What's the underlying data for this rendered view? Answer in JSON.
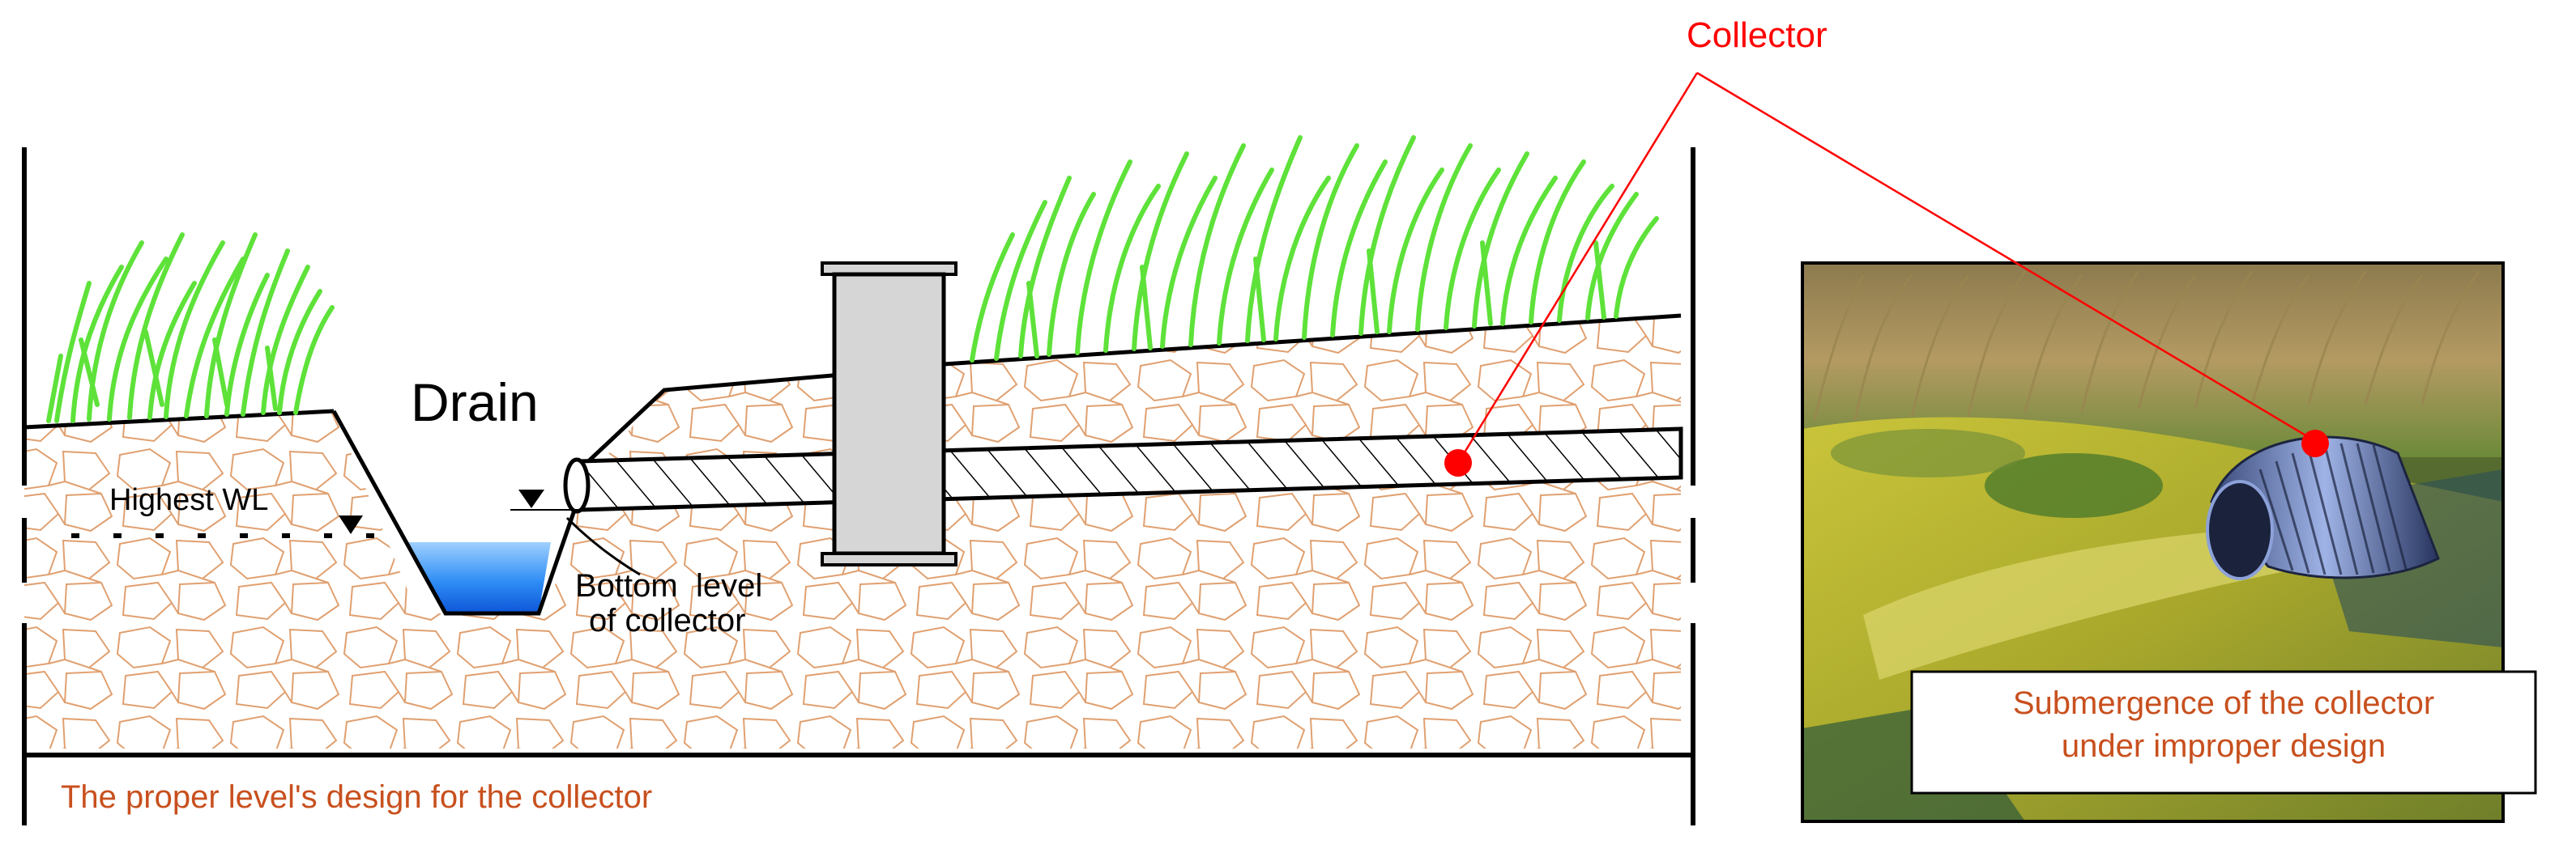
{
  "labels": {
    "collector_title": "Collector",
    "drain": "Drain",
    "highest_wl": "Highest WL",
    "bottom_level_line1": "Bottom  level",
    "bottom_level_line2": "of collector",
    "caption_left": "The proper level's design for the collector",
    "photo_caption_line1": "Submergence of the collector",
    "photo_caption_line2": "under improper design"
  },
  "colors": {
    "callout_red": "#ff0000",
    "caption_orange": "#c8501e",
    "soil_stone_outline": "#e0a070",
    "grass_green": "#5ee23a",
    "water_blue": "#1e7ef0",
    "concrete_gray": "#d6d6d6",
    "photo_water": "#b4b432",
    "photo_grass": "#b89858"
  },
  "icons": {
    "water_level_marker": "inverted-triangle-icon",
    "callout_point": "red-dot-icon"
  }
}
